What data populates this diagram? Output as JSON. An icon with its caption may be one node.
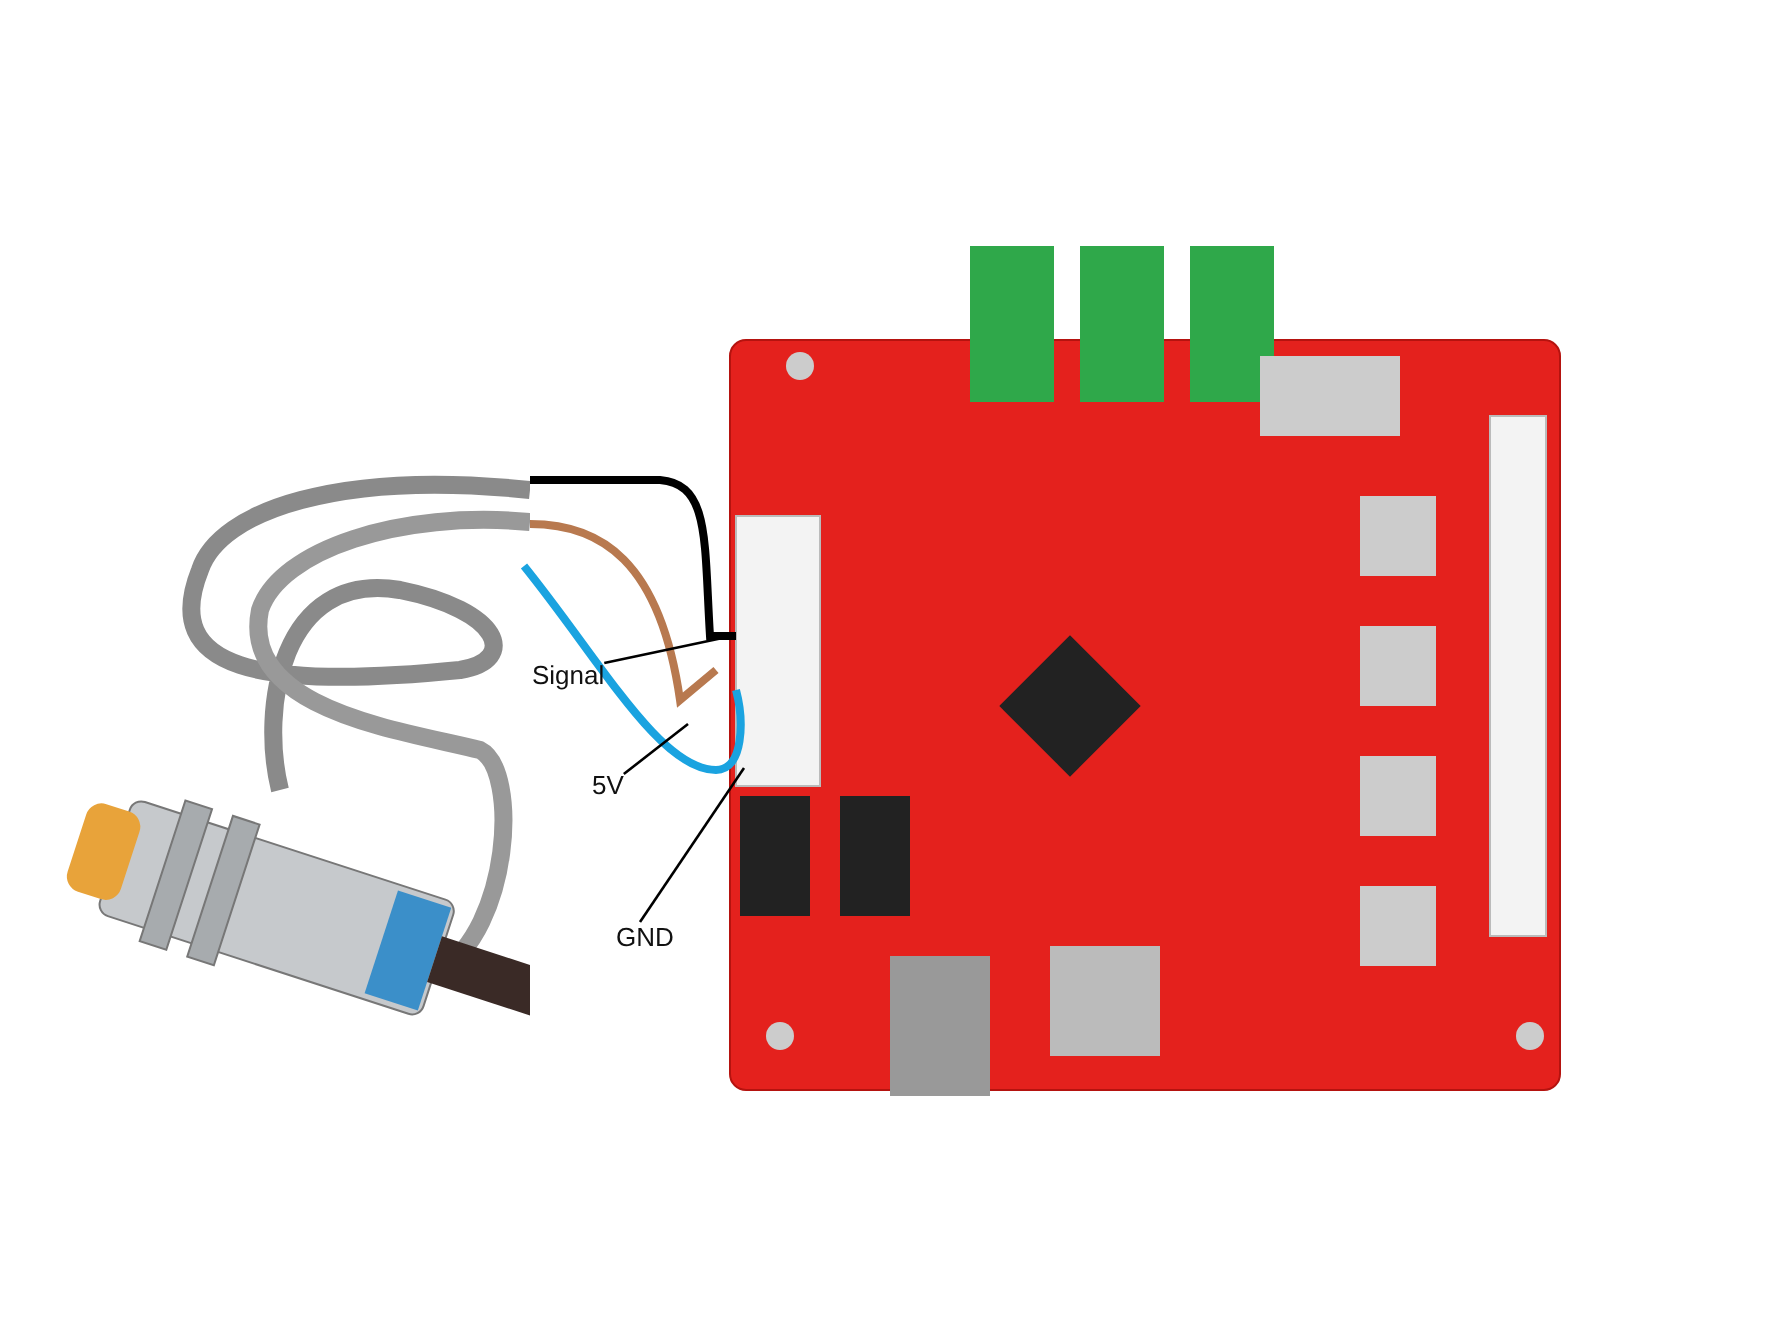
{
  "diagram": {
    "nodes": [
      {
        "text": [],
        "shape": "picture"
      },
      {
        "text": [],
        "shape": "picture"
      },
      {
        "text": [
          "Signal"
        ]
      },
      {
        "text": [
          "5V"
        ]
      },
      {
        "text": [
          "GND"
        ]
      }
    ],
    "edges": [
      {
        "from": 0,
        "to": 1,
        "arrow": "none",
        "style": "thick",
        "color": "#000000"
      },
      {
        "from": 0,
        "to": 1,
        "arrow": "none",
        "style": "thick",
        "color": "#b8794f"
      },
      {
        "from": 0,
        "to": 1,
        "arrow": "none",
        "style": "thick",
        "color": "#1aa3e0"
      },
      {
        "from": 2,
        "to": 1,
        "arrow": "none"
      },
      {
        "from": 3,
        "to": null,
        "arrow": "none"
      },
      {
        "from": 4,
        "to": 1,
        "arrow": "none"
      }
    ]
  }
}
